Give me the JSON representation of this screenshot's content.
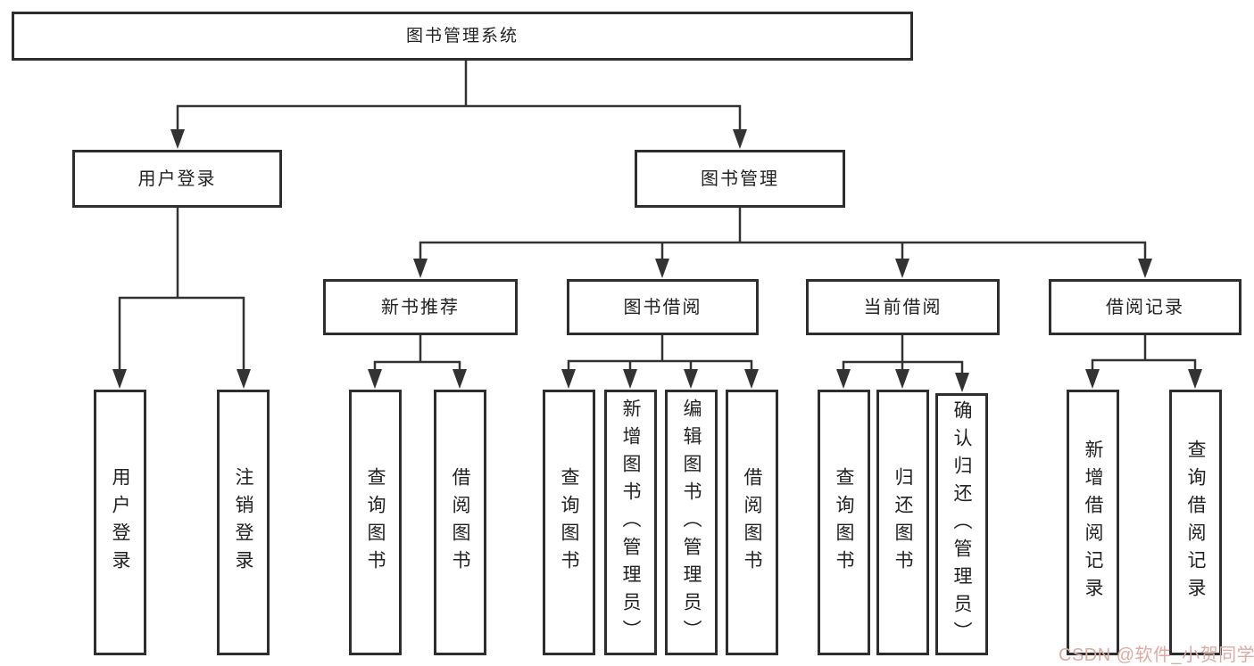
{
  "nodes": {
    "root": "图书管理系统",
    "user_login": "用户登录",
    "book_mgmt": "图书管理",
    "new_books": "新书推荐",
    "book_borrow": "图书借阅",
    "current_borrow": "当前借阅",
    "borrow_records": "借阅记录",
    "leaves": {
      "user_login": [
        "用户登录",
        "注销登录"
      ],
      "new_books": [
        "查询图书",
        "借阅图书"
      ],
      "book_borrow": [
        "查询图书",
        "新增图书（管理员）",
        "编辑图书（管理员）",
        "借阅图书"
      ],
      "current_borrow": [
        "查询图书",
        "归还图书",
        "确认归还（管理员）"
      ],
      "borrow_records": [
        "新增借阅记录",
        "查询借阅记录"
      ]
    }
  },
  "watermark": {
    "text": "CSDN @软件_小贺同学",
    "color": "#dfa9a2"
  },
  "colors": {
    "line": "#333333",
    "box_border": "#2e2e2e",
    "background": "#ffffff"
  }
}
